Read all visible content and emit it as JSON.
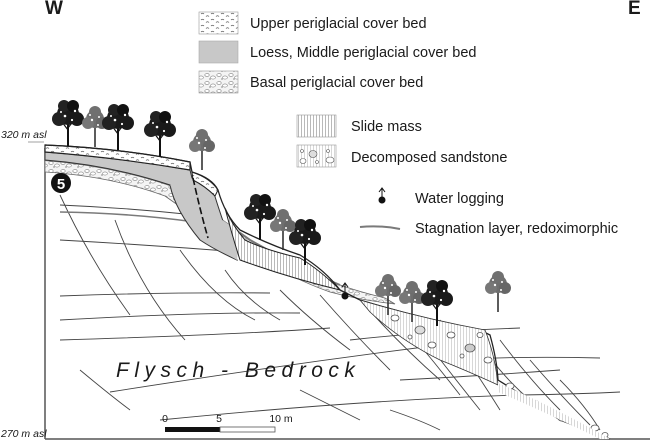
{
  "figure": {
    "directions": {
      "west": "W",
      "east": "E"
    },
    "profile_number": "5",
    "elevations": {
      "top": "320 m asl",
      "bottom": "270 m asl"
    },
    "bedrock_label": "Flysch - Bedrock",
    "scale_bar": {
      "labels": [
        "0",
        "5",
        "10 m"
      ],
      "unit": "m",
      "length_m": 10
    }
  },
  "legend": {
    "items": [
      {
        "key": "upper",
        "label": "Upper periglacial cover bed",
        "pattern": "wavy-dashes"
      },
      {
        "key": "loess",
        "label": "Loess, Middle periglacial cover bed",
        "pattern": "solid-gray",
        "color": "#c8c8c8"
      },
      {
        "key": "basal",
        "label": "Basal periglacial cover bed",
        "pattern": "pebbles"
      },
      {
        "key": "slide",
        "label": "Slide mass",
        "pattern": "vertical-hatch"
      },
      {
        "key": "decomposed",
        "label": "Decomposed sandstone",
        "pattern": "hatch-with-clasts"
      },
      {
        "key": "water",
        "label": "Water logging",
        "symbol": "water-logging-arrow"
      },
      {
        "key": "stagnation",
        "label": "Stagnation layer, redoximorphic",
        "symbol": "gray-line",
        "color": "#7a7a7a"
      }
    ]
  }
}
